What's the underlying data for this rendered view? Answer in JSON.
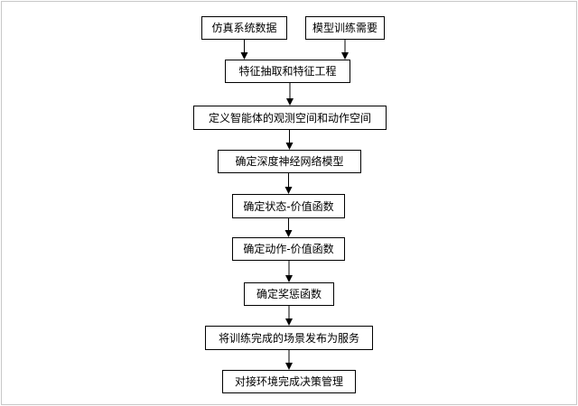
{
  "diagram": {
    "nodes": [
      {
        "id": "b0",
        "label": "仿真系统数据"
      },
      {
        "id": "b1",
        "label": "模型训练需要"
      },
      {
        "id": "b2",
        "label": "特征抽取和特征工程"
      },
      {
        "id": "b3",
        "label": "定义智能体的观测空间和动作空间"
      },
      {
        "id": "b4",
        "label": "确定深度神经网络模型"
      },
      {
        "id": "b5",
        "label": "确定状态-价值函数"
      },
      {
        "id": "b6",
        "label": "确定动作-价值函数"
      },
      {
        "id": "b7",
        "label": "确定奖惩函数"
      },
      {
        "id": "b8",
        "label": "将训练完成的场景发布为服务"
      },
      {
        "id": "b9",
        "label": "对接环境完成决策管理"
      }
    ],
    "edges": [
      {
        "from": "b0",
        "to": "b2"
      },
      {
        "from": "b1",
        "to": "b2"
      },
      {
        "from": "b2",
        "to": "b3"
      },
      {
        "from": "b3",
        "to": "b4"
      },
      {
        "from": "b4",
        "to": "b5"
      },
      {
        "from": "b5",
        "to": "b6"
      },
      {
        "from": "b6",
        "to": "b7"
      },
      {
        "from": "b7",
        "to": "b8"
      },
      {
        "from": "b8",
        "to": "b9"
      }
    ]
  }
}
